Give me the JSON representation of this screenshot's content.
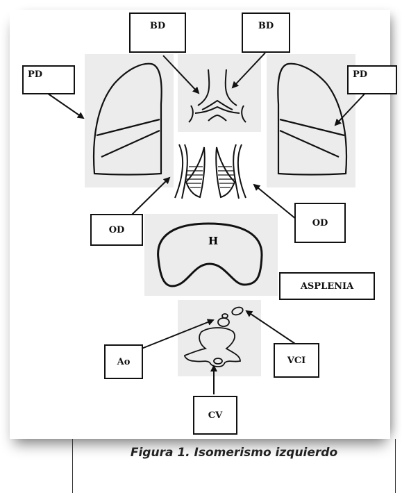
{
  "labels": {
    "bd_left": "BD",
    "bd_right": "BD",
    "pd_left": "PD",
    "pd_right": "PD",
    "od_left": "OD",
    "od_right": "OD",
    "h": "H",
    "asplenia": "ASPLENIA",
    "ao": "Ao",
    "vci": "VCI",
    "cv": "CV"
  },
  "caption": "Figura  1.  Isomerismo izquierdo"
}
